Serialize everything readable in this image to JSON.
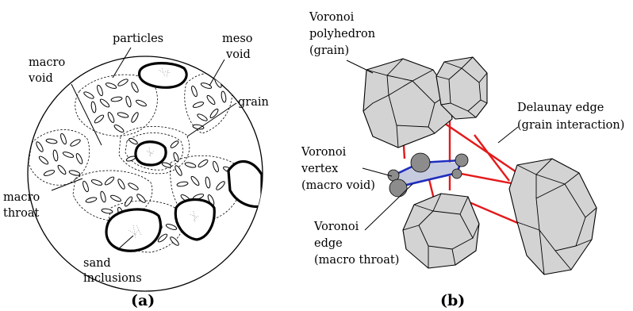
{
  "panel_a": {
    "caption": "(a)",
    "labels": {
      "particles": "particles",
      "meso_void_1": "meso",
      "meso_void_2": "void",
      "macro_void_1": "macro",
      "macro_void_2": "void",
      "grain": "grain",
      "macro_throat_1": "macro",
      "macro_throat_2": "throat",
      "sand_inclusions_1": "sand",
      "sand_inclusions_2": "inclusions"
    }
  },
  "panel_b": {
    "caption": "(b)",
    "labels": {
      "voronoi_polyhedron_1": "Voronoi",
      "voronoi_polyhedron_2": "polyhedron",
      "voronoi_polyhedron_3": "(grain)",
      "delaunay_edge_1": "Delaunay edge",
      "delaunay_edge_2": "(grain interaction)",
      "voronoi_vertex_1": "Voronoi",
      "voronoi_vertex_2": "vertex",
      "voronoi_vertex_3": "(macro void)",
      "voronoi_edge_1": "Voronoi",
      "voronoi_edge_2": "edge",
      "voronoi_edge_3": "(macro throat)"
    }
  },
  "colors": {
    "delaunay_edge": "#e31a1c",
    "voronoi_edge": "#1f2dbf",
    "grain_fill": "#d3d3d3",
    "vertex_fill": "#8c8c8c"
  }
}
